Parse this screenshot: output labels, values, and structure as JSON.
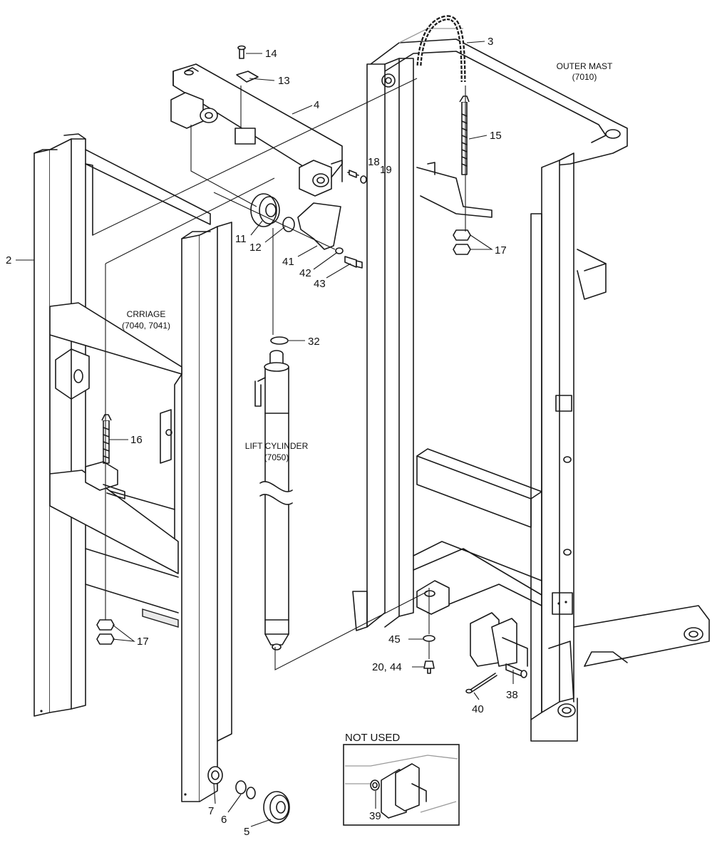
{
  "diagram": {
    "section_labels": {
      "outer_mast": {
        "name": "OUTER MAST",
        "code": "(7010)"
      },
      "carriage": {
        "name": "CRRIAGE",
        "code": "(7040, 7041)"
      },
      "lift_cylinder": {
        "name": "LIFT CYLINDER",
        "code": "(7050)"
      }
    },
    "inset": {
      "title": "NOT USED"
    },
    "callouts": {
      "c2": "2",
      "c3": "3",
      "c4": "4",
      "c5": "5",
      "c6": "6",
      "c7": "7",
      "c11": "11",
      "c12": "12",
      "c13": "13",
      "c14": "14",
      "c15": "15",
      "c16": "16",
      "c17a": "17",
      "c17b": "17",
      "c18": "18",
      "c19": "19",
      "c20_44": "20, 44",
      "c32": "32",
      "c38": "38",
      "c39": "39",
      "c40": "40",
      "c41": "41",
      "c42": "42",
      "c43": "43",
      "c45": "45"
    }
  }
}
